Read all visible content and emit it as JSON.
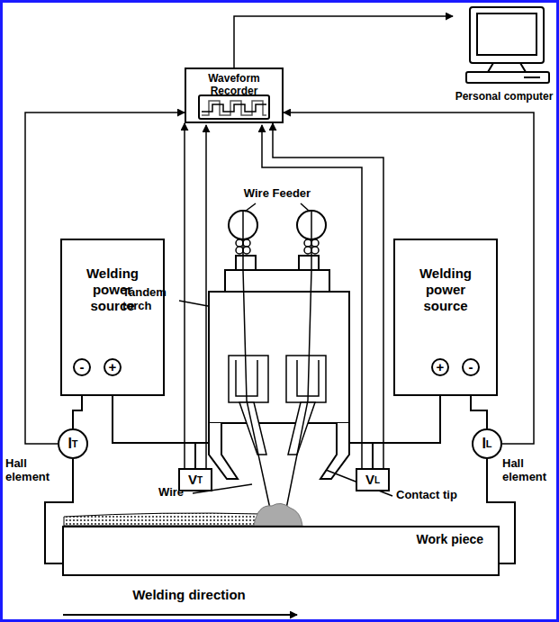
{
  "diagram": {
    "nodes": [
      {
        "text": [
          "Personal computer"
        ]
      },
      {
        "text": [
          "Waveform Recorder"
        ]
      },
      {
        "text": [
          "Welding power source"
        ]
      },
      {
        "text": [
          "-"
        ],
        "in": 2
      },
      {
        "text": [
          "+"
        ],
        "in": 2
      },
      {
        "text": [
          "Welding power source"
        ]
      },
      {
        "text": [
          "+"
        ],
        "in": 5
      },
      {
        "text": [
          "-"
        ],
        "in": 5
      },
      {
        "text": [
          "I",
          "T"
        ]
      },
      {
        "text": [
          "V",
          "T"
        ]
      },
      {
        "text": [
          "V",
          "L"
        ]
      },
      {
        "text": [
          "I",
          "L"
        ]
      },
      {
        "text": [
          "Work piece"
        ]
      }
    ],
    "edges": [
      {
        "from": 1,
        "to": 0,
        "arrow": "to"
      },
      {
        "from": 8,
        "to": 1,
        "arrow": "to"
      },
      {
        "from": 9,
        "to": 1,
        "arrow": "to"
      },
      {
        "from": 10,
        "to": 1,
        "arrow": "to"
      },
      {
        "from": 11,
        "to": 1,
        "arrow": "to"
      },
      {
        "from": 3,
        "to": 8,
        "arrow": "none"
      },
      {
        "from": 8,
        "to": 12,
        "arrow": "none"
      },
      {
        "from": 4,
        "to": 9,
        "arrow": "none"
      },
      {
        "from": 6,
        "to": 10,
        "arrow": "none"
      },
      {
        "from": 7,
        "to": 11,
        "arrow": "none"
      },
      {
        "from": 11,
        "to": 12,
        "arrow": "none"
      }
    ],
    "labels": [
      "Wire Feeder",
      "Tandem torch",
      "Hall element",
      "Hall element",
      "Wire",
      "Contact tip",
      "Welding direction"
    ]
  }
}
